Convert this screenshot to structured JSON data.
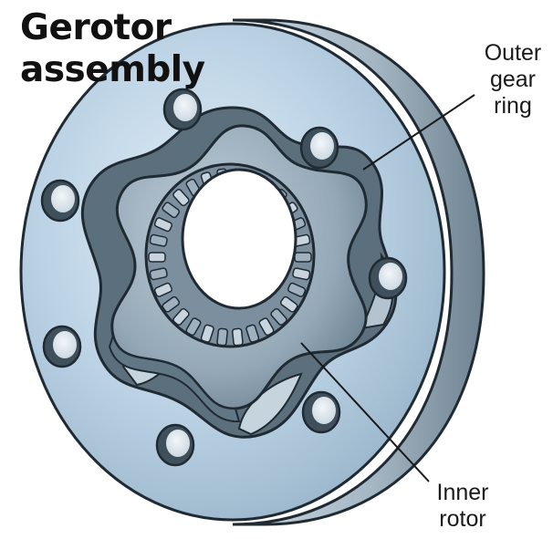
{
  "title": {
    "line1": "Gerotor",
    "line2": "assembly"
  },
  "labels": {
    "outer_gear_ring": [
      "Outer",
      "gear",
      "ring"
    ],
    "inner_rotor": [
      "Inner",
      "rotor"
    ]
  },
  "colors": {
    "face": "#b7d0e3",
    "face_light": "#d7e6f1",
    "rim": "#9fb3c2",
    "rim_dark": "#6e8494",
    "rotor": "#95a9b8",
    "rotor_dark": "#617786",
    "cavity": "#5c6f7d",
    "bearing": "#8da1b0",
    "outline": "#1f2a33"
  }
}
